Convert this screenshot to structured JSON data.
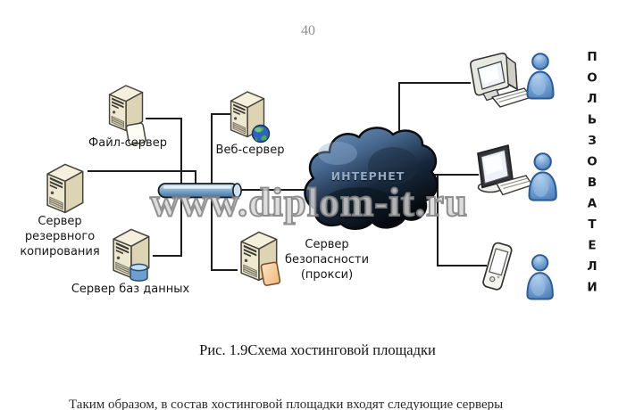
{
  "page": {
    "number": "40",
    "watermark": "www.diplom-it.ru",
    "caption": "Рис. 1.9Схема хостинговой площадки",
    "body_text_clipped": "Таким образом, в состав хостинговой площадки входят следующие серверы"
  },
  "diagram": {
    "file_server": {
      "label": "Файл-сервер"
    },
    "web_server": {
      "label": "Веб-сервер"
    },
    "backup_server": {
      "label": "Сервер\nрезервного\nкопирования"
    },
    "db_server": {
      "label": "Сервер баз данных"
    },
    "security_server": {
      "label": "Сервер\nбезопасности\n(прокси)"
    },
    "internet": {
      "label": "ИНТЕРНЕТ"
    },
    "users": {
      "label": "ПОЛЬЗОВАТЕЛИ"
    },
    "colors": {
      "connection_line": "#1c1c1c",
      "hub_blue": "#6d9cc6",
      "cloud_light_blue": "#7ba0c4",
      "cloud_dark": "#05070a",
      "internet_label": "#93aac2",
      "server_beige": "#eee8d0",
      "db_cylinder_blue": "#6d9fce",
      "security_card_orange": "#f0b87c",
      "user_blue": "#6d9ccf",
      "watermark_gray": "#8a8a8a",
      "page_number_gray": "#8f8f8f"
    }
  }
}
